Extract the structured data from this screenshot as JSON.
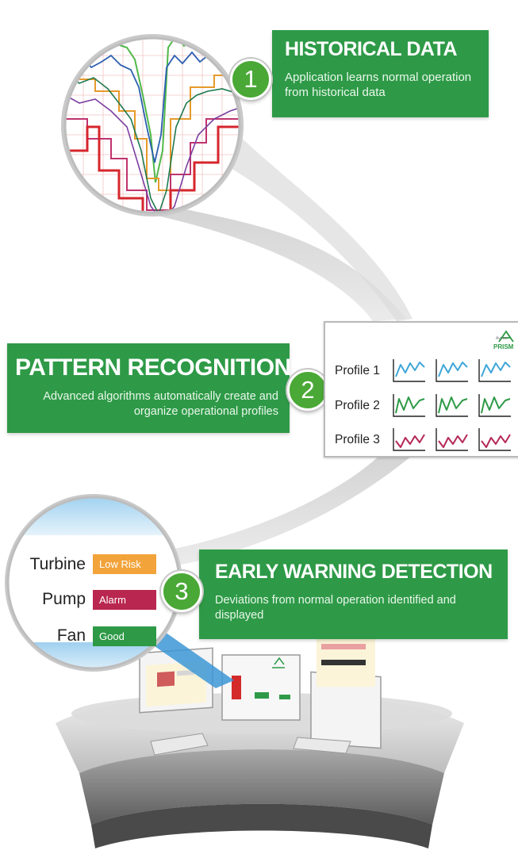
{
  "step1": {
    "number": "1",
    "title": "HISTORICAL DATA",
    "description": "Application learns normal operation from historical data"
  },
  "step2": {
    "number": "2",
    "title": "PATTERN RECOGNITION",
    "description": "Advanced algorithms automatically create and organize operational profiles",
    "profiles": [
      {
        "label": "Profile 1",
        "color": "#3ea6d8"
      },
      {
        "label": "Profile 2",
        "color": "#2e9a47"
      },
      {
        "label": "Profile 3",
        "color": "#b5285a"
      }
    ],
    "logo": {
      "brand": "Aveva",
      "product": "PRISM"
    }
  },
  "step3": {
    "number": "3",
    "title": "EARLY WARNING DETECTION",
    "description": "Deviations from normal operation identified and displayed",
    "equipment": [
      {
        "name": "Turbine",
        "status": "Low Risk",
        "color": "#f2a33a"
      },
      {
        "name": "Pump",
        "status": "Alarm",
        "color": "#b9264f"
      },
      {
        "name": "Fan",
        "status": "Good",
        "color": "#2e9a47"
      }
    ]
  },
  "colors": {
    "brand_green": "#2e9a47",
    "badge_green": "#4aa836",
    "beam_grey": "#d6d6d6"
  }
}
